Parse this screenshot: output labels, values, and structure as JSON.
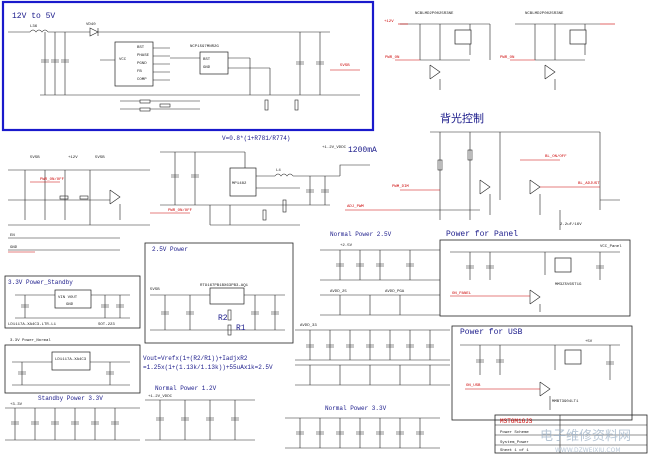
{
  "sections": {
    "dcdc": "12V to 5V",
    "backlight": "背光控制",
    "panel_power": "Power for Panel",
    "usb_power": "Power for USB",
    "power_25": "2.5V Power",
    "normal_25": "Normal Power 2.5V",
    "standby_33": "3.3V Power_Standby",
    "normal_33_left": "3.3V Power_Normal",
    "standby_power_33": "Standby Power 3.3V",
    "normal_12": "Normal Power 1.2V",
    "normal_33_bottom": "Normal Power 3.3V"
  },
  "formulas": {
    "vout_feedback": "V=0.8*(1+R781/R774)",
    "current": "1200mA",
    "vref_line1": "Vout=Vrefx(1+(R2/R1))+IadjxR2",
    "vref_line2": "=1.25x(1+(1.13k/1.13k))+55uAx1k=2.5V"
  },
  "parts": {
    "u_dcdc": "NCP1597MNR2G",
    "l_dcdc": "L36",
    "d_dcdc": "VD40",
    "u_mid": "MP1482",
    "l_mid": "L4",
    "q_top1": "NCBLMD2P0025R3NE",
    "q_top2": "NCBLMD2P0025R3NE",
    "u_sot": "SOT-223",
    "u_ldo": "LD1117A-XA4C3-LTR-L1",
    "reg_25": "RT9167PB1BX63PB3-AQ1",
    "r1_25": "R1",
    "r2_25": "R2",
    "u_12": "1.2V_VDDC",
    "q_panel": "MM3Z5V6ST1G",
    "q_usb": "MMBT3904LT1"
  },
  "nets": {
    "vin12_a": "+12V",
    "vin12_b": "+12V",
    "v5": "5VSB",
    "v5_b": "+5V",
    "pwm_dim": "PWM_DIM",
    "bl_on": "BL_ON/OFF",
    "bl_adj": "BL_ADJUST",
    "adj": "ADJ_PWM",
    "panel_on": "ON_PANEL",
    "usb_on": "ON_USB",
    "vcc_panel": "VCC_Panel",
    "v33": "+3.3V",
    "v25": "+2.5V",
    "avdd": "AVDD_33",
    "vdd12": "+1.2V_VDDC"
  },
  "title_block": {
    "company": "MST6M16JS",
    "sheet": "Power Scheme",
    "page": "System_Power",
    "rev": "Sheet 1 of 1"
  },
  "watermark": {
    "cn": "电子维修资料网",
    "en": "WWW.DZWEIXIU.COM"
  },
  "colors": {
    "frame": "#1a1acc",
    "wire": "#222222",
    "net_red": "#cc0000",
    "heading": "#1a1a8a"
  }
}
